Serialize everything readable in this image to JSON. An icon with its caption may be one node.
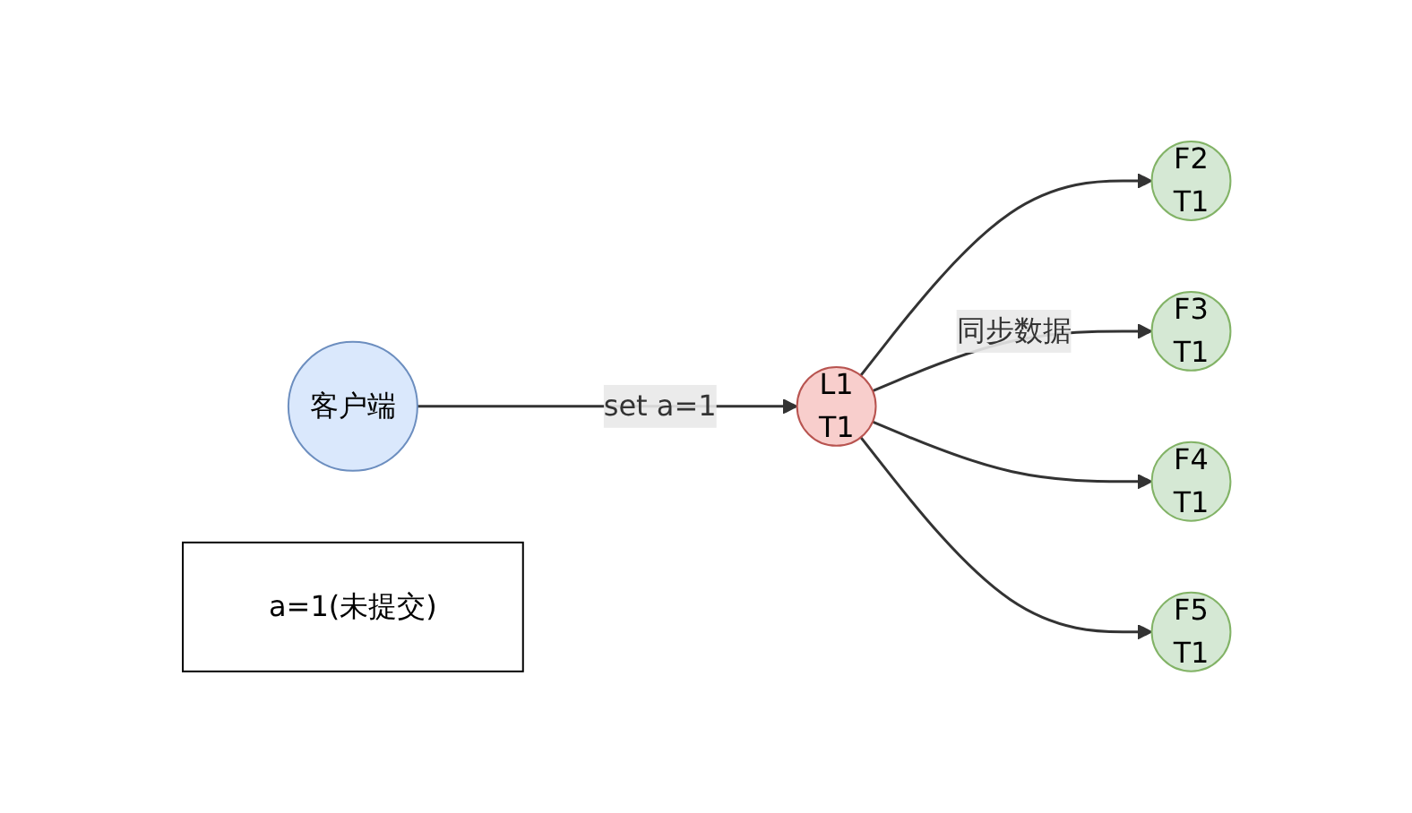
{
  "diagram": {
    "nodes": [
      {
        "text": [
          "客户端"
        ]
      },
      {
        "text": [
          "a=1(未提交)"
        ]
      },
      {
        "text": [
          "L1",
          "T1"
        ]
      },
      {
        "text": [
          "F2",
          "T1"
        ]
      },
      {
        "text": [
          "F3",
          "T1"
        ]
      },
      {
        "text": [
          "F4",
          "T1"
        ]
      },
      {
        "text": [
          "F5",
          "T1"
        ]
      }
    ],
    "edges": [
      {
        "from": 0,
        "to": 2,
        "arrow": "to",
        "label": "set a=1"
      },
      {
        "from": 2,
        "to": 3,
        "arrow": "to"
      },
      {
        "from": 2,
        "to": 4,
        "arrow": "to",
        "label": "同步数据"
      },
      {
        "from": 2,
        "to": 5,
        "arrow": "to"
      },
      {
        "from": 2,
        "to": 6,
        "arrow": "to"
      }
    ]
  }
}
